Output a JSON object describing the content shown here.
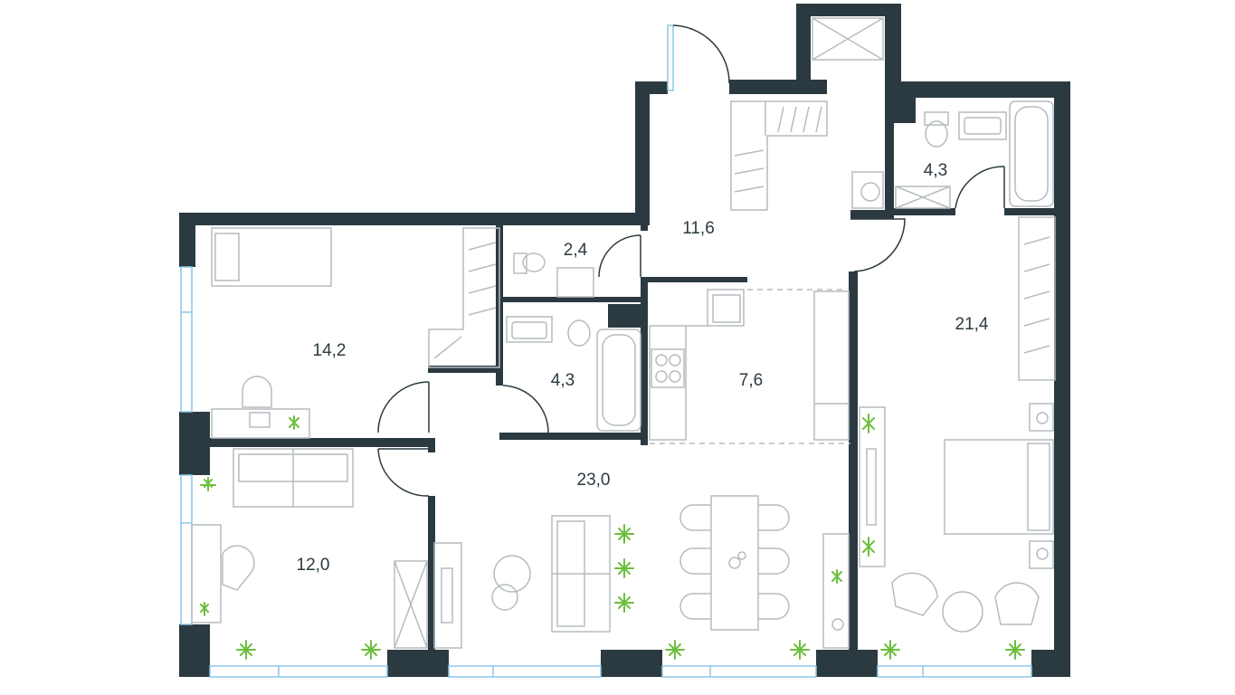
{
  "rooms": [
    {
      "id": "hall",
      "area": "11,6"
    },
    {
      "id": "wc-small",
      "area": "2,4"
    },
    {
      "id": "bath-master",
      "area": "4,3"
    },
    {
      "id": "bedroom-1",
      "area": "14,2"
    },
    {
      "id": "bath",
      "area": "4,3"
    },
    {
      "id": "kitchen",
      "area": "7,6"
    },
    {
      "id": "bedroom-master",
      "area": "21,4"
    },
    {
      "id": "living",
      "area": "23,0"
    },
    {
      "id": "bedroom-2",
      "area": "12,0"
    }
  ],
  "colors": {
    "wall": "#2b3a40",
    "furniture": "#b5bcbf",
    "window": "#8fc7e8",
    "plant": "#6cbf3c"
  }
}
